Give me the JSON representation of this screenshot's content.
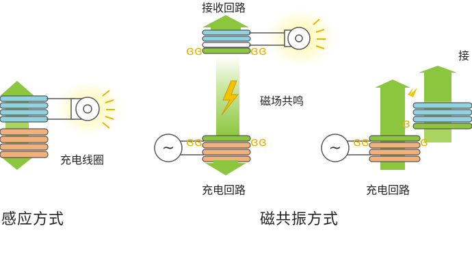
{
  "labels": {
    "receive_circuit_top": "接收回路",
    "receive_circuit_right": "接",
    "magnetic_resonance": "磁场共鸣",
    "charging_coil": "充电线圈",
    "charging_circuit_middle": "充电回路",
    "charging_circuit_right": "充电回路",
    "induction_method": "感应方式",
    "magnetic_resonance_method": "磁共振方式"
  },
  "icons": {
    "ac_source": "~",
    "lightning": "lightning-bolt-icon",
    "bulb": "light-bulb-icon"
  },
  "colors": {
    "arrow_green": "#8cc63f",
    "coil_blue": "#8fd3e0",
    "coil_orange": "#f2b07a",
    "glow_yellow": "#fff59a",
    "lightning_yellow": "#f3c300",
    "wire_outline": "#555555"
  }
}
